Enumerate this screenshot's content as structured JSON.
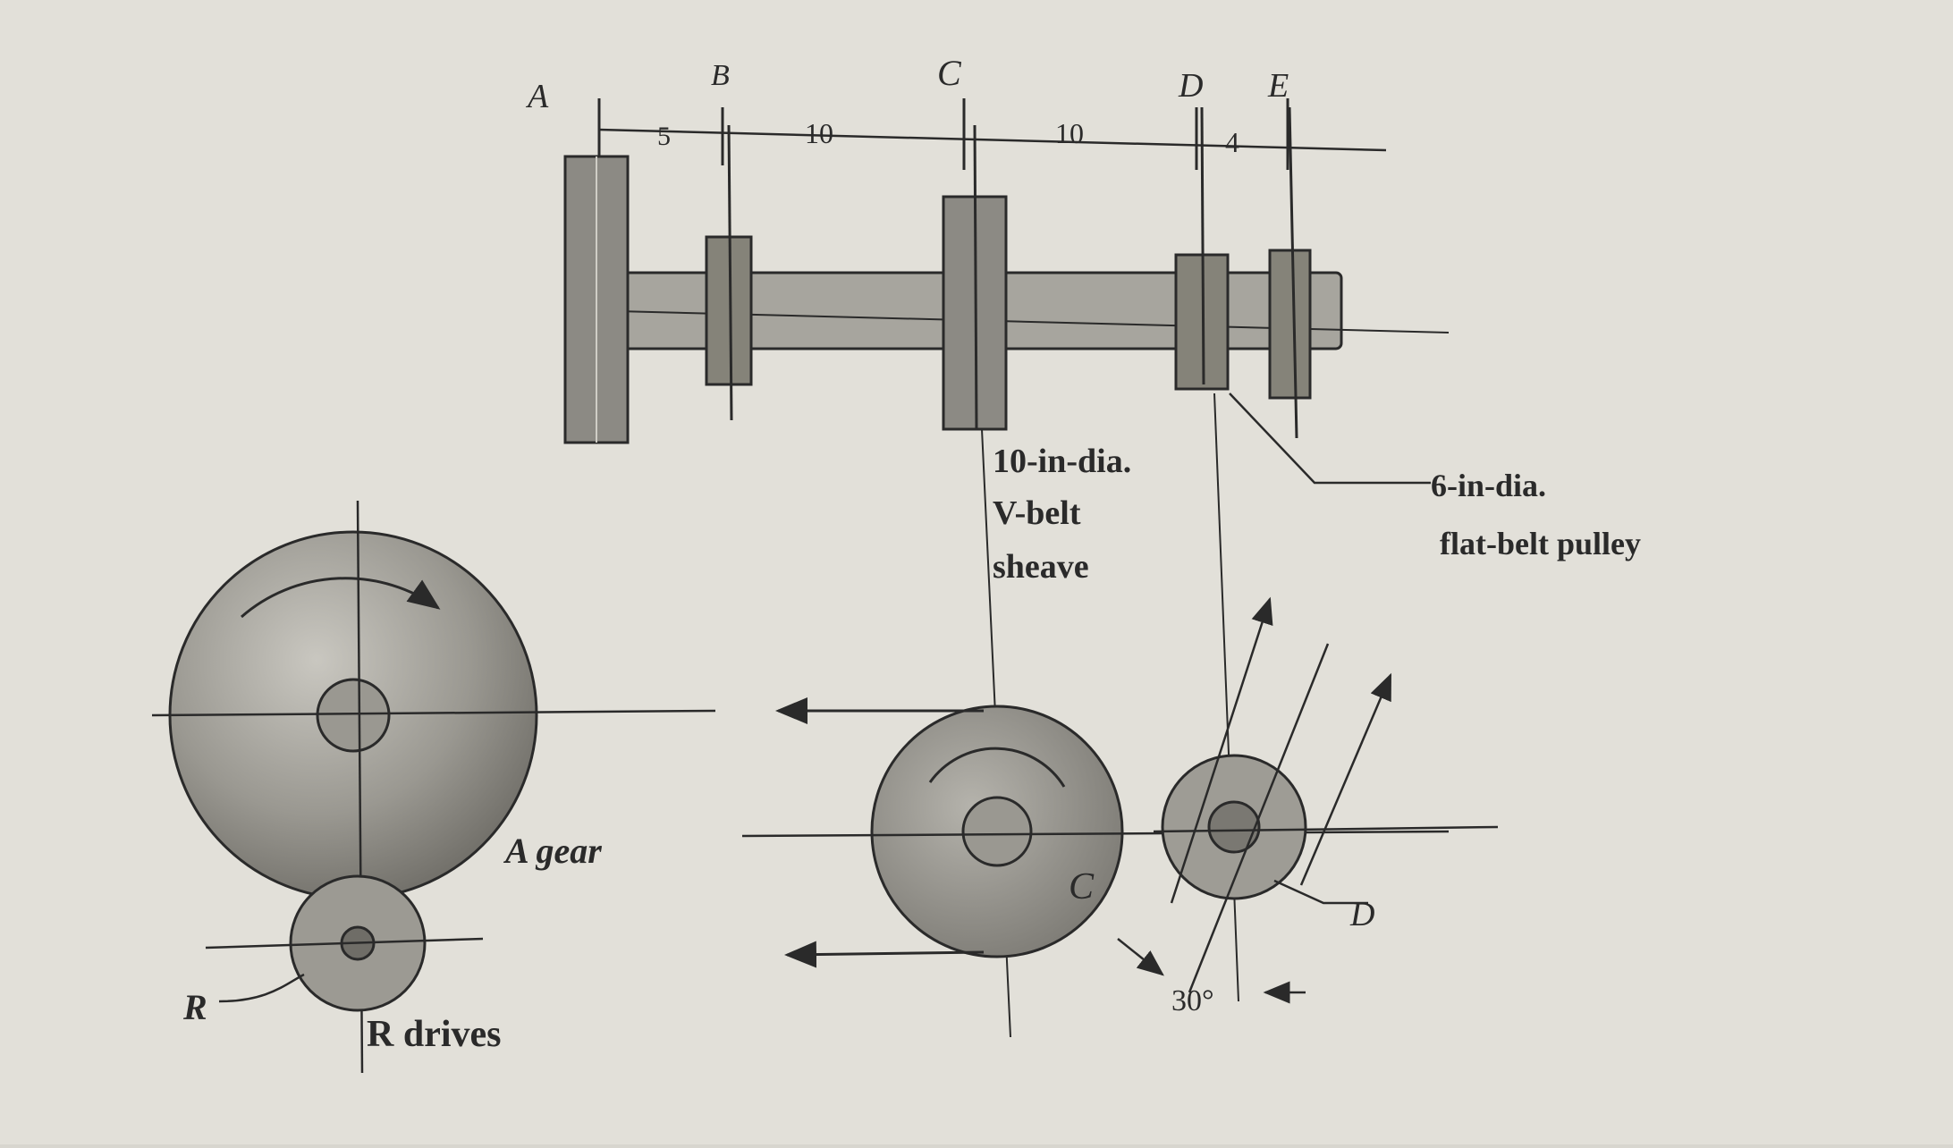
{
  "figure": {
    "shaft_labels": {
      "A": "A",
      "B": "B",
      "C": "C",
      "D": "D",
      "E": "E"
    },
    "dimensions": {
      "ab": "5",
      "bc": "10",
      "cd": "10",
      "de": "4"
    },
    "sheave_label": [
      "10-in-dia.",
      "V-belt",
      "sheave"
    ],
    "pulley_label": [
      "6-in-dia.",
      "flat-belt pulley"
    ],
    "gear_label": "A gear",
    "pinion_label": "R",
    "drive_label": "R drives",
    "sheave_end_label": "C",
    "pulley_end_label": "D",
    "angle_label": "30°"
  },
  "colors": {
    "paper": "#e6e4dd",
    "ink": "#2a2a2a",
    "part_fill": "#8c8a84",
    "part_light": "#b3b1aa"
  }
}
